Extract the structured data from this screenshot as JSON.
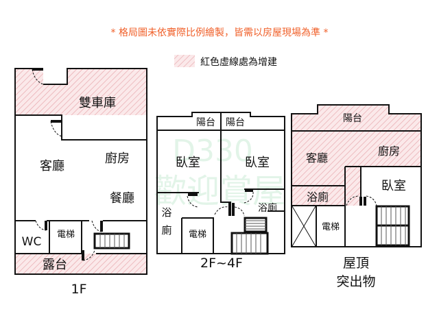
{
  "notice": "* 格局圖未依實際比例繪製，皆需以房屋現場為準 *",
  "legend": {
    "label": "紅色虛線處為增建",
    "swatch_color": "#f2c9cc"
  },
  "colors": {
    "notice": "#f0602a",
    "hatch": "#f2c9cc",
    "wall": "#111111"
  },
  "watermark": {
    "line1": "D330",
    "line2": "歡迎賞屋"
  },
  "floor1": {
    "title": "1F",
    "rooms": {
      "garage": "雙車庫",
      "living": "客廳",
      "kitchen": "廚房",
      "dining": "餐廳",
      "wc": "WC",
      "elevator": "電梯",
      "terrace": "露台"
    }
  },
  "floor2": {
    "title": "2F~4F",
    "rooms": {
      "balcony_left": "陽台",
      "balcony_right": "陽台",
      "bedroom_left": "臥室",
      "bedroom_right": "臥室",
      "bath_left": "浴廁",
      "bath_right": "浴廁",
      "elevator": "電梯"
    }
  },
  "roof": {
    "title_line1": "屋頂",
    "title_line2": "突出物",
    "rooms": {
      "balcony": "陽台",
      "living": "客廳",
      "kitchen": "廚房",
      "bedroom": "臥室",
      "bath": "浴廁",
      "elevator": "電梯"
    }
  }
}
